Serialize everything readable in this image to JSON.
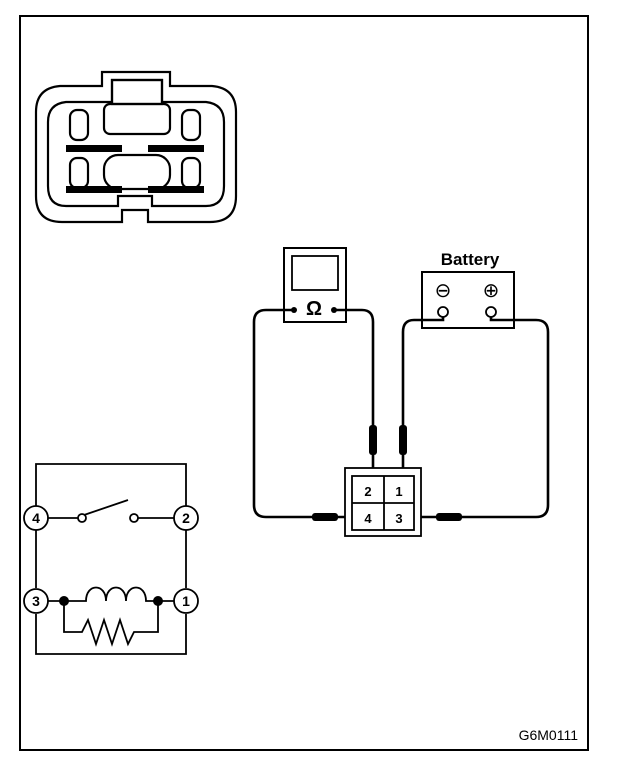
{
  "battery": {
    "title": "Battery",
    "negative_symbol": "⊖",
    "positive_symbol": "⊕"
  },
  "ohmmeter": {
    "symbol": "Ω"
  },
  "connector_terminals": {
    "t2": "2",
    "t1": "1",
    "t4": "4",
    "t3": "3"
  },
  "schematic_terminals": {
    "t4": "4",
    "t2": "2",
    "t3": "3",
    "t1": "1"
  },
  "figure_code": "G6M0111"
}
